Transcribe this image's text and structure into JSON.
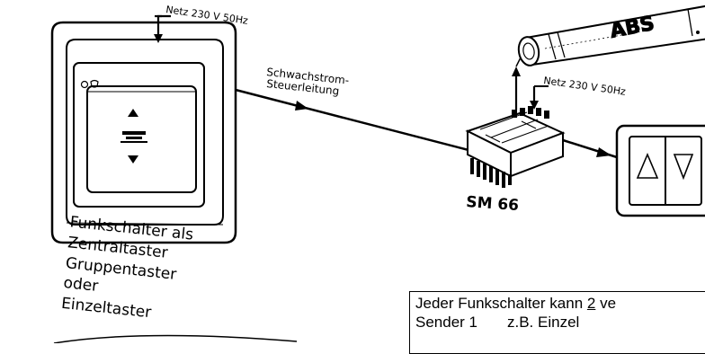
{
  "labels": {
    "mains_top": "Netz 230 V 50Hz",
    "mains_right": "Netz 230 V 50Hz",
    "cable_line1": "Schwachstrom-",
    "cable_line2": "Steuerleitung",
    "device_name": "SM 66",
    "motor_name": "ABS",
    "switch_caption": [
      "Funkschalter als",
      "Zentraltaster",
      "Gruppentaster",
      "oder",
      "Einzeltaster"
    ]
  },
  "info_box": {
    "line1_prefix": "Jeder Funkschalter kann ",
    "line1_number": "2",
    "line1_suffix": " ve",
    "line2_col1": "Sender 1",
    "line2_col2": "z.B. Einzel"
  }
}
